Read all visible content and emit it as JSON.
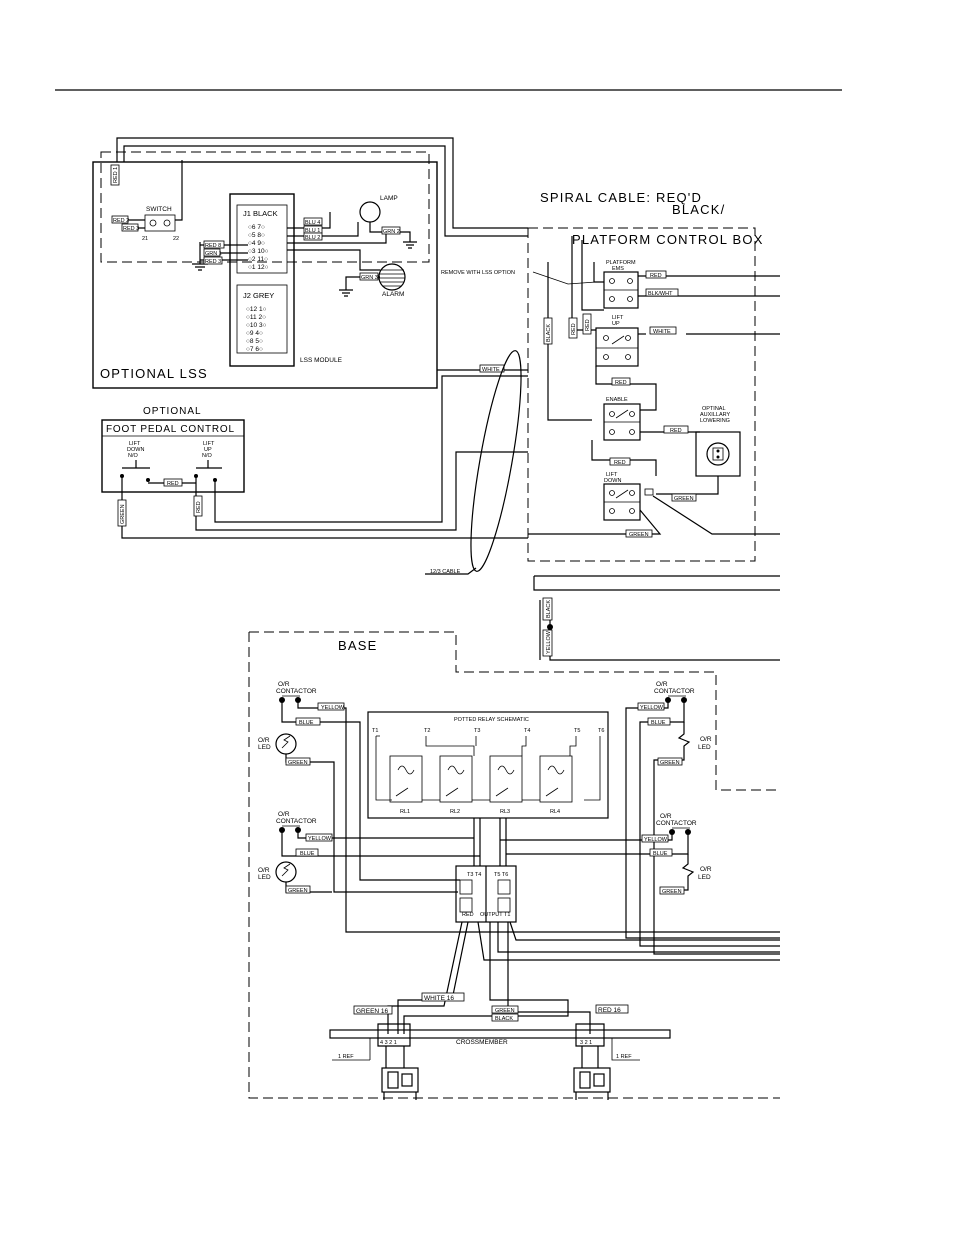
{
  "sections": {
    "optional_lss": "OPTIONAL LSS",
    "switch": "SWITCH",
    "j1": "J1 BLACK",
    "j2": "J2 GREY",
    "lss_module": "LSS MODULE",
    "lamp": "LAMP",
    "alarm": "ALARM",
    "optional": "OPTIONAL",
    "foot_pedal": "FOOT PEDAL CONTROL",
    "spiral_cable_1": "SPIRAL CABLE: REQ'D",
    "spiral_cable_2": "BLACK/",
    "platform_box": "PLATFORM CONTROL BOX",
    "remove_lss": "REMOVE WITH LSS OPTION",
    "cable_12_3": "12/3 CABLE",
    "base": "BASE",
    "crossmember": "CROSSMEMBER",
    "potted_relay": "POTTED RELAY SCHEMATIC",
    "aux_lowering_1": "OPTINAL",
    "aux_lowering_2": "AUXILLARY",
    "aux_lowering_3": "LOWERING"
  },
  "switch_terms": [
    "21",
    "22"
  ],
  "j1_pins": [
    "○6  7○",
    "○5  8○",
    "○4  9○",
    "○3 10○",
    "○2 11○",
    "○1 12○"
  ],
  "j2_pins": [
    "○12  1○",
    "○11  2○",
    "○10  3○",
    "○9  4○",
    "○8  5○",
    "○7  6○"
  ],
  "pedal": {
    "down_1": "LIFT",
    "down_2": "DOWN",
    "down_3": "N/O",
    "up_1": "LIFT",
    "up_2": "UP",
    "up_3": "N/O"
  },
  "switches": {
    "platform_1": "PLATFORM",
    "platform_2": "EMS",
    "lift_up_1": "LIFT",
    "lift_up_2": "UP",
    "enable": "ENABLE",
    "lift_down_1": "LIFT",
    "lift_down_2": "DOWN"
  },
  "wire_tags": {
    "red_1": "RED 1",
    "red_2": "RED 2",
    "red_3": "RED 3",
    "red_3b": "RED 3",
    "red_8": "RED 8",
    "grn_1": "GRN 1",
    "blu_4": "BLU 4",
    "blu_1": "BLU 1",
    "blu_2": "BLU 2",
    "grn_2": "GRN 2",
    "grn_3": "GRN 3",
    "white_lss": "WHITE",
    "pedal_red": "RED",
    "pedal_green": "GREEN",
    "pedal_red_v": "RED",
    "pb_red": "RED",
    "pb_blkwht": "BLK/WHT",
    "pb_white": "WHITE",
    "pb_red_a": "RED",
    "pb_red_b": "RED",
    "pb_red_c": "RED",
    "pb_green": "GREEN",
    "pb_green_b": "GREEN",
    "pb_black": "BLACK",
    "pb_red_v1": "RED",
    "pb_red_v2": "RED",
    "riser_black": "BLACK",
    "riser_yellow": "YELLOW",
    "green_16": "GREEN 16",
    "white_16": "WHITE 16",
    "red_16": "RED 16",
    "cm_green": "GREEN",
    "cm_black": "BLACK"
  },
  "contactors": {
    "label_1": "O/R",
    "label_2": "CONTACTOR",
    "led_1": "O/R",
    "led_2": "LED",
    "yellow": "YELLOW",
    "blue": "BLUE",
    "green": "GREEN"
  },
  "relay_terms": [
    "T1",
    "T2",
    "T3",
    "T4",
    "T5",
    "T6"
  ],
  "relay_names": [
    "RL1",
    "RL2",
    "RL3",
    "RL4"
  ],
  "connector_labels": {
    "top_a": "T3 T4",
    "top_b": "T5 T6",
    "bot_a": "RED",
    "bot_b": "OUTPUT",
    "bot_c": "T1"
  },
  "crossmember": {
    "ref_left": "1 REF",
    "ref_right": "1 REF",
    "pins_left": "4 3 2 1",
    "pins_right": "3 2 1"
  }
}
